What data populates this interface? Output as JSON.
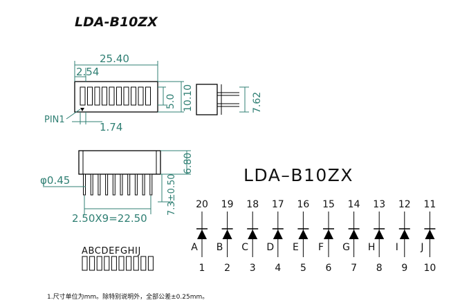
{
  "title_italic": "LDA-B10ZX",
  "title_large": "LDA–B10ZX",
  "dimensions": {
    "overall_width": "25.40",
    "pitch": "2.54",
    "height_mm": "5.0",
    "overall_height": "10.10",
    "side_height": "7.62",
    "pin1_label": "PIN1",
    "pin1_offset": "1.74",
    "lead_dia": "φ0.45",
    "body_depth": "6.80",
    "lead_length": "7.3±0.50",
    "lead_span": "2.50X9=22.50"
  },
  "segment_letters": "ABCDEFGHIJ",
  "diodes": [
    {
      "top": "20",
      "letter": "A",
      "bottom": "1"
    },
    {
      "top": "19",
      "letter": "B",
      "bottom": "2"
    },
    {
      "top": "18",
      "letter": "C",
      "bottom": "3"
    },
    {
      "top": "17",
      "letter": "D",
      "bottom": "4"
    },
    {
      "top": "16",
      "letter": "E",
      "bottom": "5"
    },
    {
      "top": "15",
      "letter": "F",
      "bottom": "6"
    },
    {
      "top": "14",
      "letter": "G",
      "bottom": "7"
    },
    {
      "top": "13",
      "letter": "H",
      "bottom": "8"
    },
    {
      "top": "12",
      "letter": "I",
      "bottom": "9"
    },
    {
      "top": "11",
      "letter": "J",
      "bottom": "10"
    }
  ],
  "footnote": "1.尺寸单位为mm。除特别说明外，全部公差±0.25mm。"
}
